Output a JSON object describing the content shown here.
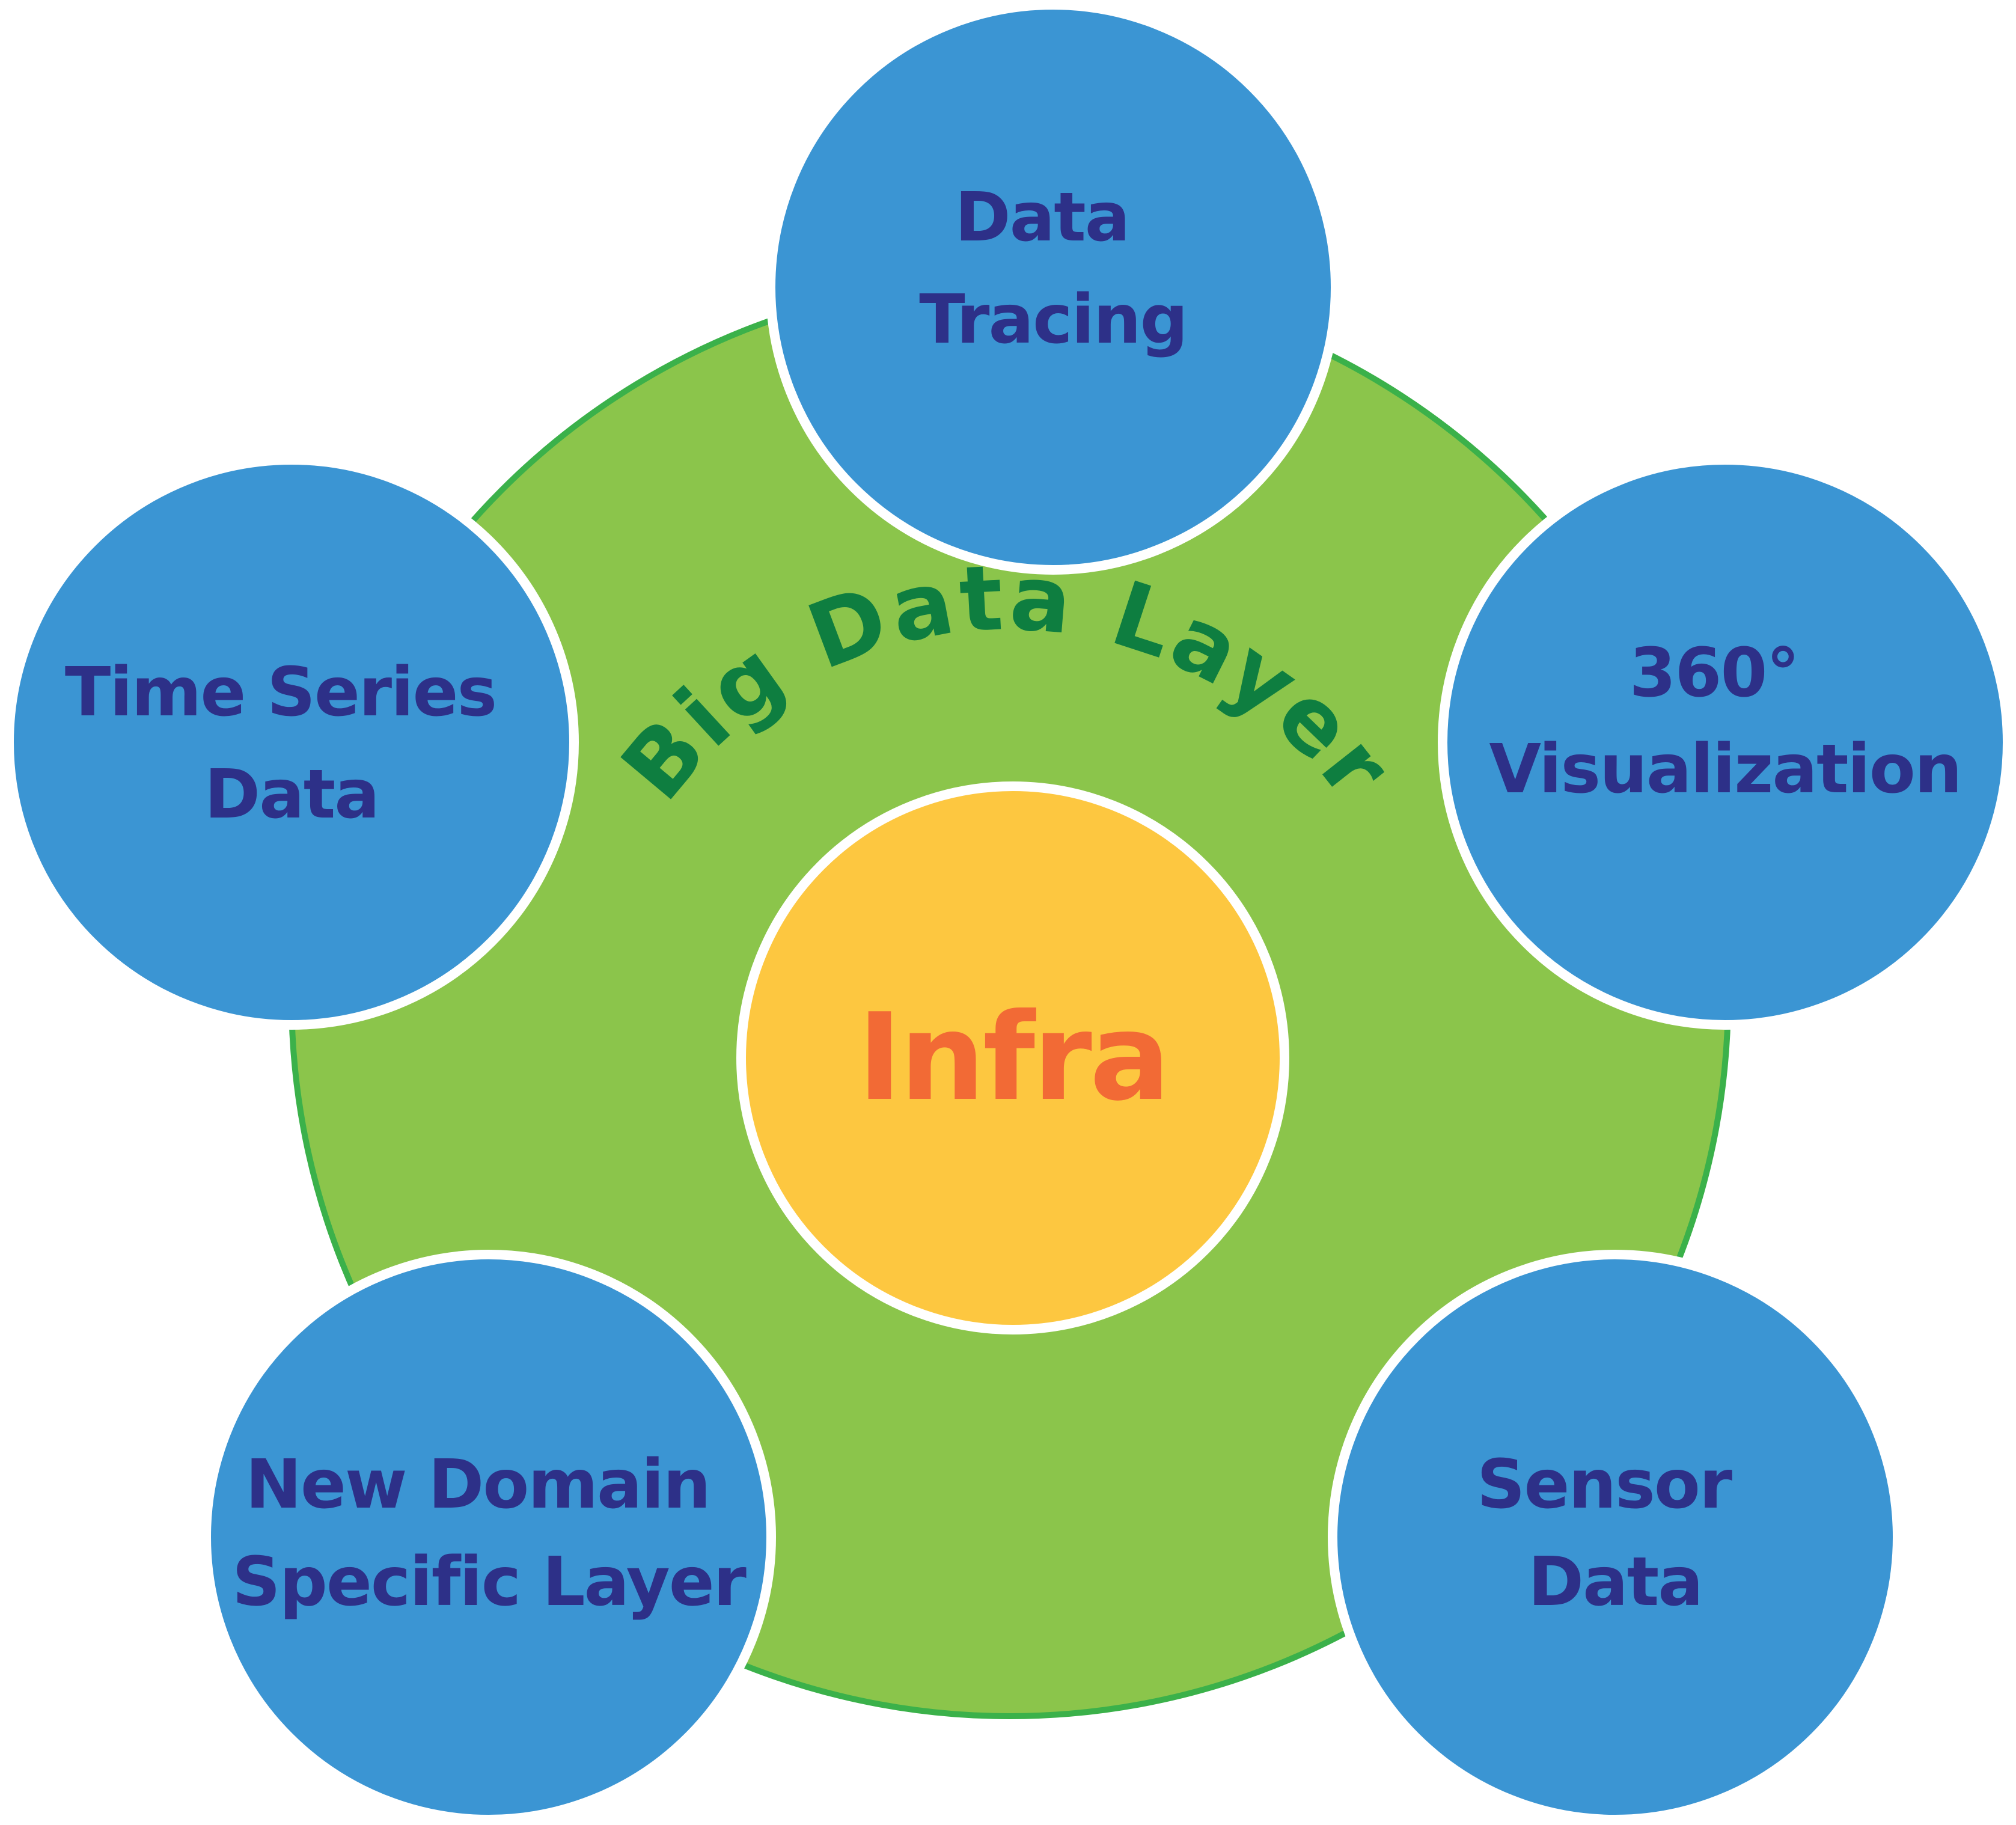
{
  "diagram": {
    "title": "Big Data Layer",
    "center": {
      "label": "Infra"
    },
    "nodes": [
      {
        "id": "data-tracing",
        "lines": [
          "Data",
          "Tracing"
        ]
      },
      {
        "id": "visualization",
        "lines": [
          "360°",
          "Visualization"
        ]
      },
      {
        "id": "sensor-data",
        "lines": [
          "Sensor",
          "Data"
        ]
      },
      {
        "id": "new-domain",
        "lines": [
          "New Domain",
          "Specific Layer"
        ]
      },
      {
        "id": "time-series",
        "lines": [
          "Time Series",
          "Data"
        ]
      }
    ]
  },
  "colors": {
    "ring_fill": "#8bc54b",
    "ring_stroke": "#3bb14a",
    "node_fill": "#3b95d3",
    "node_text": "#2d3088",
    "center_fill": "#fdc740",
    "center_text": "#f26a35",
    "title_text": "#0e7e40",
    "outline": "#ffffff"
  }
}
